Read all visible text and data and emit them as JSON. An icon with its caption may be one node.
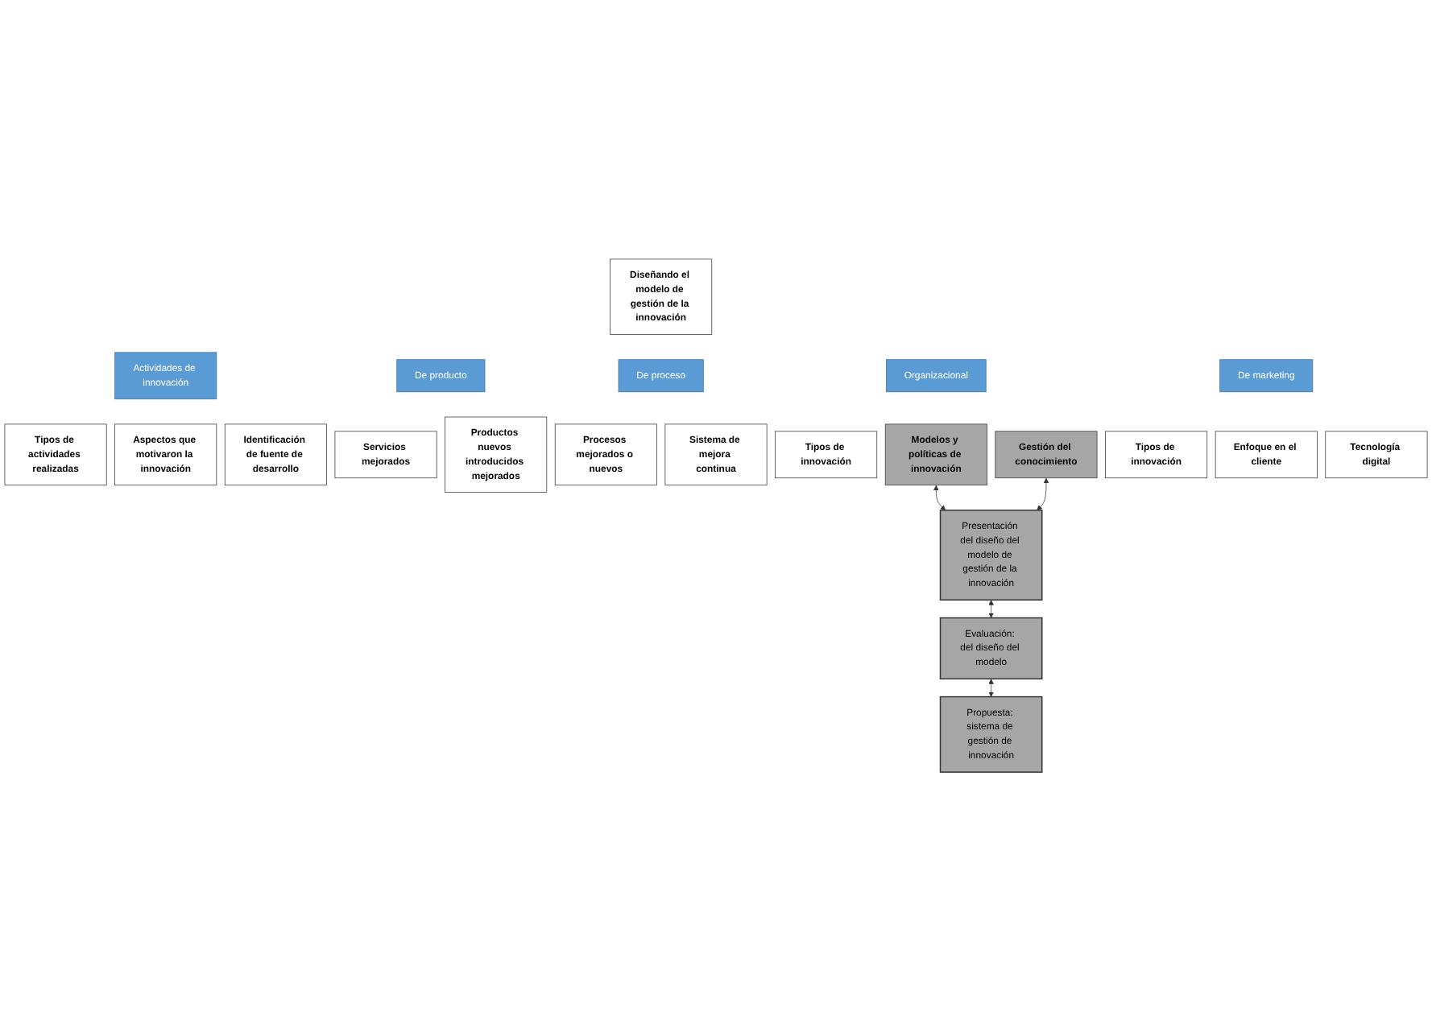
{
  "diagram": {
    "nodes": [
      {
        "text": [
          "Diseñando el modelo de gestión de la innovación"
        ]
      },
      {
        "text": [
          "Actividades de innovación"
        ]
      },
      {
        "text": [
          "Tipos de actividades realizadas"
        ]
      },
      {
        "text": [
          "Aspectos que motivaron la innovación"
        ]
      },
      {
        "text": [
          "Identificación de fuente de desarrollo"
        ]
      },
      {
        "text": [
          "De producto"
        ]
      },
      {
        "text": [
          "Servicios mejorados"
        ]
      },
      {
        "text": [
          "Productos nuevos introducidos mejorados"
        ]
      },
      {
        "text": [
          "De proceso"
        ]
      },
      {
        "text": [
          "Procesos mejorados o nuevos"
        ]
      },
      {
        "text": [
          "Sistema de mejora continua"
        ]
      },
      {
        "text": [
          "Organizacional"
        ]
      },
      {
        "text": [
          "Tipos de innovación"
        ]
      },
      {
        "text": [
          "Modelos y políticas de innovación"
        ]
      },
      {
        "text": [
          "Gestión del conocimiento"
        ]
      },
      {
        "text": [
          "De marketing"
        ]
      },
      {
        "text": [
          "Tipos de innovación"
        ]
      },
      {
        "text": [
          "Enfoque en el cliente"
        ]
      },
      {
        "text": [
          "Tecnología digital"
        ]
      },
      {
        "text": [
          "Presentación del diseño del modelo de gestión de la innovación"
        ]
      },
      {
        "text": [
          "Evaluación: del diseño del modelo"
        ]
      },
      {
        "text": [
          "Propuesta: sistema de gestión de innovación"
        ]
      }
    ],
    "edges": [
      {
        "from": 13,
        "to": 19,
        "arrow": "both"
      },
      {
        "from": 14,
        "to": 19,
        "arrow": "both"
      },
      {
        "from": 19,
        "to": 20,
        "arrow": "both"
      },
      {
        "from": 20,
        "to": 21,
        "arrow": "both"
      }
    ]
  }
}
